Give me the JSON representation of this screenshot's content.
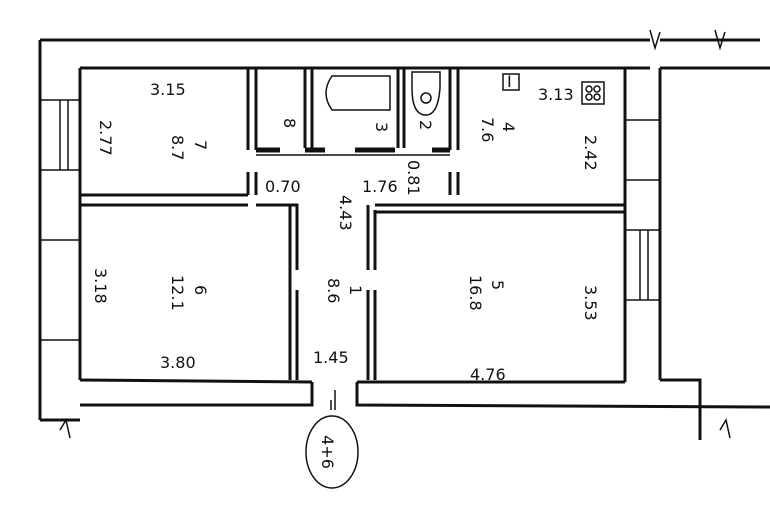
{
  "rooms": [
    {
      "number": "7",
      "area": "8.7",
      "width": "3.15",
      "depth": "2.77"
    },
    {
      "number": "6",
      "area": "12.1",
      "width": "3.80",
      "depth": "3.18"
    },
    {
      "number": "1",
      "area": "8.6",
      "width": "1.45",
      "depth": "4.43"
    },
    {
      "number": "5",
      "area": "16.8",
      "width": "4.76",
      "depth": "3.53"
    },
    {
      "number": "4",
      "area": "7.6",
      "width": "3.13",
      "depth": "2.42"
    },
    {
      "number": "8"
    },
    {
      "number": "3"
    },
    {
      "number": "2"
    }
  ],
  "dimensions": {
    "closet_width": "0.70",
    "bath_width": "1.76",
    "wc_width": "0.81"
  },
  "kitchen_marker": "I",
  "apartment_marker": "4+6"
}
